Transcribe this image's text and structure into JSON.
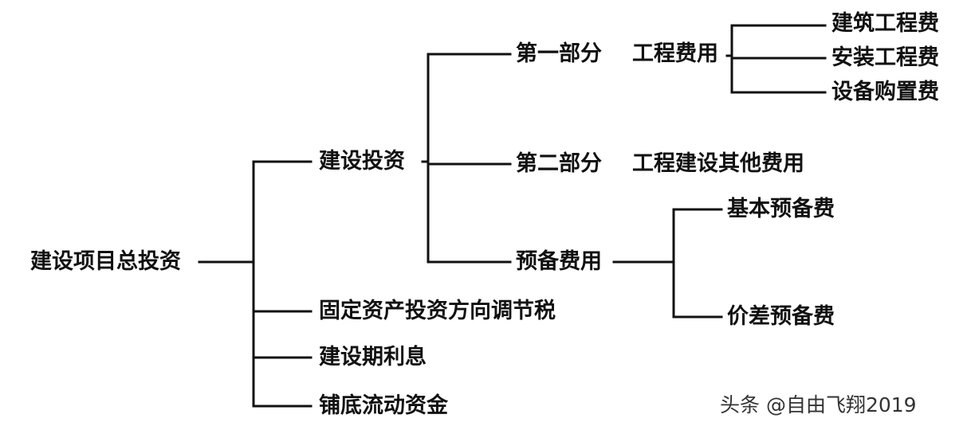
{
  "diagram": {
    "root": "建设项目总投资",
    "construction_investment": {
      "label": "建设投资",
      "part1_label": "第一部分",
      "part1_name": "工程费用",
      "part1_items": [
        "建筑工程费",
        "安装工程费",
        "设备购置费"
      ],
      "part2_label": "第二部分",
      "part2_name": "工程建设其他费用",
      "reserve": "预备费用",
      "reserve_items": [
        "基本预备费",
        "价差预备费"
      ]
    },
    "other_items": [
      "固定资产投资方向调节税",
      "建设期利息",
      "铺底流动资金"
    ]
  },
  "watermark": "头条 @自由飞翔2019",
  "colors": {
    "line": "#111111",
    "text": "#111111"
  }
}
